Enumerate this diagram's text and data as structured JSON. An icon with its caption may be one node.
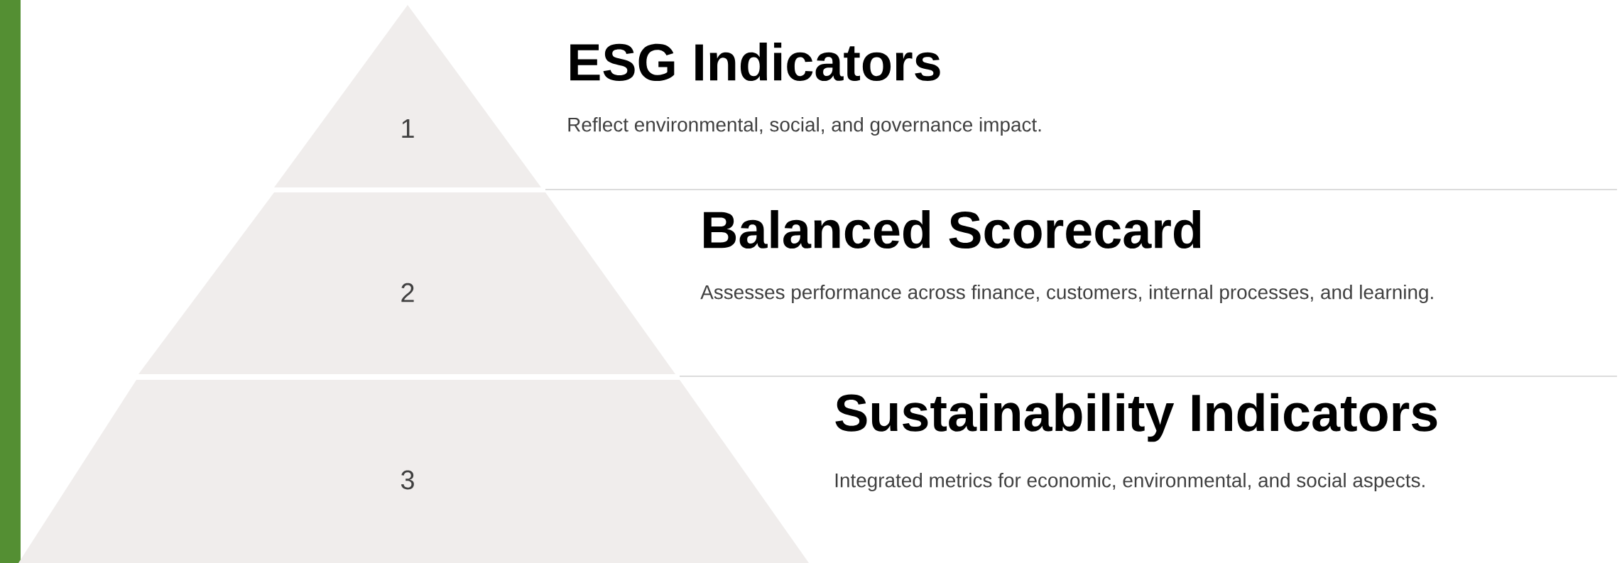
{
  "diagram": {
    "nodes": [
      {
        "text": [],
        "shape": "bar"
      },
      {
        "text": [
          "1"
        ],
        "beside": [
          "ESG Indicators",
          "Reflect environmental, social, and governance impact."
        ]
      },
      {
        "text": [
          "2"
        ],
        "beside": [
          "Balanced Scorecard",
          "Assesses performance across finance, customers, internal processes, and learning."
        ]
      },
      {
        "text": [
          "3"
        ],
        "beside": [
          "Sustainability Indicators",
          "Integrated metrics for economic, environmental, and social aspects."
        ]
      }
    ]
  }
}
